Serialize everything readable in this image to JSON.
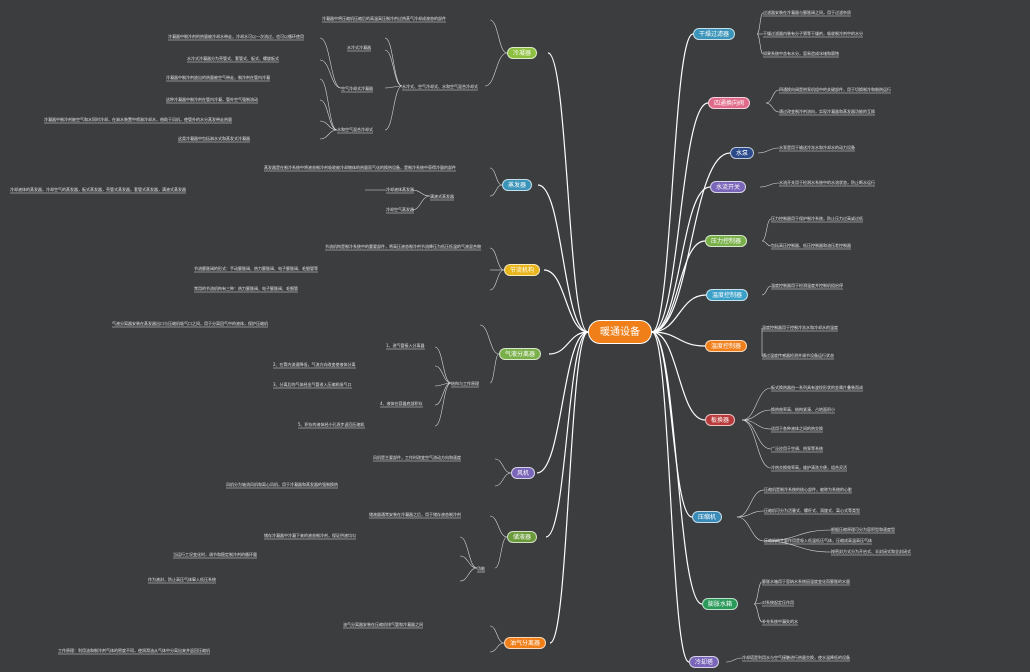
{
  "center": {
    "label": "暖通设备",
    "color": "#f07f1a"
  },
  "left_branches": [
    {
      "id": "L1",
      "label": "冷凝器",
      "color": "#8cbf3f"
    },
    {
      "id": "L2",
      "label": "蒸发器",
      "color": "#3a93b8"
    },
    {
      "id": "L3",
      "label": "节流机构",
      "color": "#e8b51a"
    },
    {
      "id": "L4",
      "label": "气液分离器",
      "color": "#7ab04a"
    },
    {
      "id": "L5",
      "label": "风机",
      "color": "#7a66b8"
    },
    {
      "id": "L6",
      "label": "储液器",
      "color": "#6a9a3a"
    },
    {
      "id": "L7",
      "label": "油气分离器",
      "color": "#f07f1a"
    }
  ],
  "right_branches": [
    {
      "id": "R1",
      "label": "干燥过滤器",
      "color": "#3a93b8"
    },
    {
      "id": "R2",
      "label": "四通换向阀",
      "color": "#e06a8a"
    },
    {
      "id": "R3",
      "label": "水泵",
      "color": "#2a4a8a"
    },
    {
      "id": "R4",
      "label": "水流开关",
      "color": "#7a66b8"
    },
    {
      "id": "R5",
      "label": "压力控制器",
      "color": "#7ab04a"
    },
    {
      "id": "R6",
      "label": "温度控制器",
      "color": "#3aa0c8"
    },
    {
      "id": "R7",
      "label": "温度控制器",
      "color": "#f07f1a"
    },
    {
      "id": "R8",
      "label": "板换器",
      "color": "#b83a3a"
    },
    {
      "id": "R9",
      "label": "压缩机",
      "color": "#3a8ab8"
    },
    {
      "id": "R10",
      "label": "膨胀水箱",
      "color": "#2a9a5a"
    },
    {
      "id": "R11",
      "label": "冷却塔",
      "color": "#7a66b8"
    }
  ],
  "left_subs": [
    {
      "branch": "L1",
      "label": "水冷式、空气冷却式、水和空气混合冷却式"
    },
    {
      "branch": "L2",
      "label": "满液式蒸发器"
    },
    {
      "branch": "L4",
      "label": "结构与工作原理"
    },
    {
      "branch": "L6",
      "label": "功能"
    }
  ],
  "left_leaves": [
    "冷凝器中将压缩机压缩后的高温高压制冷剂过热蒸气冷却成液态的部件",
    "冷凝器中制冷剂的热量被冷却水带走，冷却水可以一次流过，也可以循环使用",
    "水冷式冷凝器",
    "水冷式冷凝器分为壳管式、套管式、板式、螺旋板式",
    "空气冷却式冷凝器",
    "冷凝器中制冷剂放出的热量被空气带走，制冷剂在管内冷凝",
    "这种冷凝器中制冷剂在管内冷凝，管外空气强制流动",
    "冷凝器中制冷剂被空气和水同时冷却，在淋水装置中喷淋冷却水，借助于风机，使管外的水分蒸发带走热量",
    "水和空气混合冷却式",
    "这类冷凝器中包括淋水式和蒸发式冷凝器",
    "蒸发器是在制冷系统中将液态制冷剂吸收被冷却物体的热量而气化的换热设备，是制冷系统中获得冷量的部件",
    "冷却液体的蒸发器，冷却空气的蒸发器，板式蒸发器，壳管式蒸发器，套管式蒸发器，满液式蒸发器",
    "冷却液体蒸发器",
    "冷却空气蒸发器",
    "节流机构是制冷系统中的重要部件，将高压液态制冷剂节流降压为低压低温的气液混合物",
    "节流膨胀阀的形式：手动膨胀阀、热力膨胀阀、电子膨胀阀、毛细管等",
    "常用的节流机构有三种：热力膨胀阀、电子膨胀阀、毛细管",
    "气液分离器安装在蒸发器出口与压缩机吸气口之间，用于分离回气中的液体，保护压缩机",
    "1、进气管接入分离器",
    "2、在筒内流速降低，气流方向改变使液体分离",
    "3、分离后的气体经出气管进入压缩机吸气口",
    "4、液体在容器底部积存",
    "5、积存的液体经小孔逐步返回压缩机",
    "风机是主要部件，工作时改变空气流动方向和速度",
    "风机分为轴流风机和离心风机，用于冷凝器和蒸发器的强制换热",
    "储液器通常安装在冷凝器之后，用于储存液态制冷剂",
    "储存冷凝器中冷凝下来的液态制冷剂，保证供液均匀",
    "当运行工况变化时，调节和稳定制冷剂的循环量",
    "作为液封，防止高压气体窜入低压系统",
    "油气分离器安装在压缩机排气管和冷凝器之间",
    "工作原理：利用油和制冷剂气体的密度不同，使润滑油从气体中分离出来并返回压缩机"
  ],
  "right_leaves": [
    "过滤器安装在冷凝器与膨胀阀之间，用于过滤杂质",
    "干燥过滤器内装有分子筛等干燥剂，吸收制冷剂中的水分",
    "如果系统中含有水分，容易造成冰堵和腐蚀",
    "四通换向阀是热泵机组中的关键部件，用于切换制冷和制热运行",
    "通过改变制冷剂流向，实现冷凝器和蒸发器功能的互换",
    "水泵是用于输送冷冻水和冷却水的动力设备",
    "水流开关用于检测水系统中的水流状态，防止断水运行",
    "压力控制器用于保护制冷系统，防止压力过高或过低",
    "包括高压控制器、低压控制器和油压差控制器",
    "温度控制器用于检测温度并控制机组启停",
    "温度控制器用于控制冷冻水和冷却水的温度",
    "通过温度传感器检测并调节设备运行状态",
    "板式换热器由一系列具有波纹形状的金属片叠装而成",
    "换热效率高、结构紧凑、占地面积小",
    "适用于各种液体之间的热交换",
    "广泛应用于空调、热泵等系统",
    "冷热交换效率高，维护清洗方便，组合灵活",
    "压缩机是制冷系统的核心部件，被称为系统的心脏",
    "压缩机可分为活塞式、螺杆式、涡旋式、离心式等类型",
    "根据压缩原理可分为容积型和速度型",
    "压缩机的主要作用是吸入低温低压气体，压缩成高温高压气体",
    "按密封方式分为开启式、半封闭式和全封闭式",
    "膨胀水箱用于容纳水系统因温度变化而膨胀的水量",
    "对系统起定压作用",
    "补充系统中漏失的水",
    "冷却塔是利用水与空气接触进行热量交换，使水温降低的设备"
  ]
}
